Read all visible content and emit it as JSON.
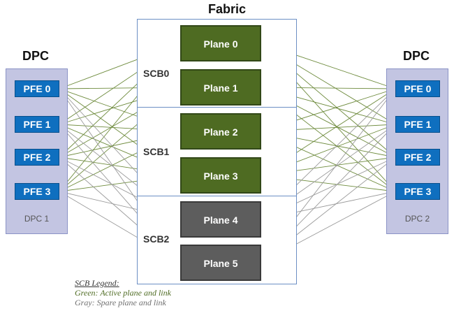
{
  "fabric_title": "Fabric",
  "left_dpc": {
    "title": "DPC",
    "label": "DPC 1",
    "pfes": [
      "PFE 0",
      "PFE 1",
      "PFE 2",
      "PFE 3"
    ]
  },
  "right_dpc": {
    "title": "DPC",
    "label": "DPC 2",
    "pfes": [
      "PFE 0",
      "PFE 1",
      "PFE 2",
      "PFE 3"
    ]
  },
  "scbs": [
    "SCB0",
    "SCB1",
    "SCB2"
  ],
  "planes": [
    {
      "label": "Plane 0",
      "status": "active"
    },
    {
      "label": "Plane 1",
      "status": "active"
    },
    {
      "label": "Plane 2",
      "status": "active"
    },
    {
      "label": "Plane 3",
      "status": "active"
    },
    {
      "label": "Plane 4",
      "status": "spare"
    },
    {
      "label": "Plane 5",
      "status": "spare"
    }
  ],
  "legend": {
    "title": "SCB Legend:",
    "green": "Green: Active plane and link",
    "gray": "Gray: Spare plane and link"
  },
  "colors": {
    "active": "#6e8b3d",
    "spare": "#9a9a9a"
  }
}
